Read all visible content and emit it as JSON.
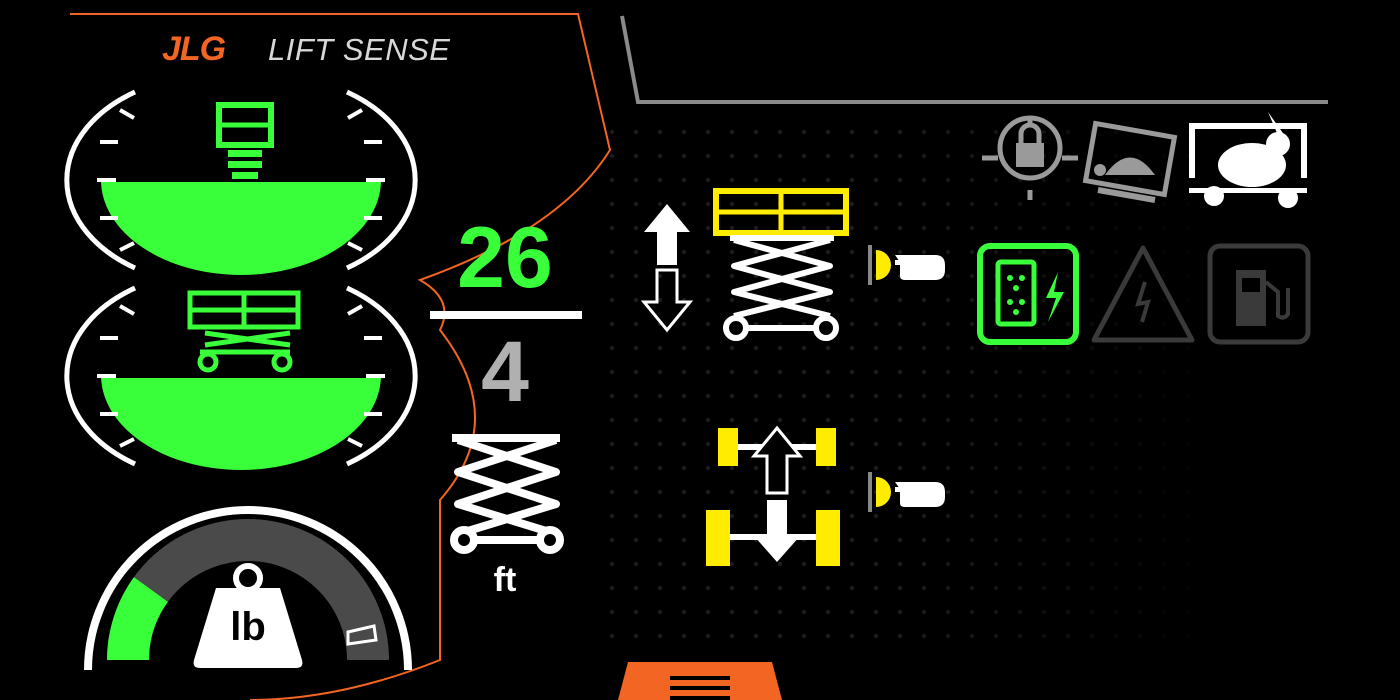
{
  "brand": {
    "logo": "JLG",
    "product": "LIFT SENSE"
  },
  "colors": {
    "accent": "#f26522",
    "active_green": "#39ff3a",
    "warning_yellow": "#ffec00",
    "inactive_gray": "#9a9a9a",
    "dim_gray": "#3a3a3a"
  },
  "level_indicators": [
    {
      "name": "front-to-back-level",
      "icon": "scissor-lift-front-icon",
      "status": "level"
    },
    {
      "name": "side-to-side-level",
      "icon": "scissor-lift-side-icon",
      "status": "level"
    }
  ],
  "height": {
    "current": "26",
    "limit": "4",
    "unit": "ft",
    "icon": "scissor-stack-icon"
  },
  "load": {
    "unit": "lb",
    "icon": "weight-icon",
    "level_percent": 20
  },
  "controls": [
    {
      "name": "lift-function",
      "icon": "lift-up-down-icon",
      "state": "selected",
      "indicator": "hand-press-icon"
    },
    {
      "name": "drive-function",
      "icon": "drive-icon",
      "state": "available",
      "indicator": "hand-press-icon"
    }
  ],
  "drive_modes": [
    {
      "name": "lockout",
      "icon": "lock-icon",
      "state": "inactive"
    },
    {
      "name": "turtle-speed",
      "icon": "turtle-icon",
      "state": "inactive"
    },
    {
      "name": "rabbit-speed",
      "icon": "rabbit-icon",
      "state": "active"
    }
  ],
  "status_icons": [
    {
      "name": "charging",
      "icon": "power-outlet-charge-icon",
      "state": "active"
    },
    {
      "name": "tilt-alarm",
      "icon": "warning-triangle-icon",
      "state": "inactive"
    },
    {
      "name": "fuel",
      "icon": "fuel-pump-icon",
      "state": "inactive"
    }
  ],
  "menu": {
    "icon": "menu-icon"
  }
}
